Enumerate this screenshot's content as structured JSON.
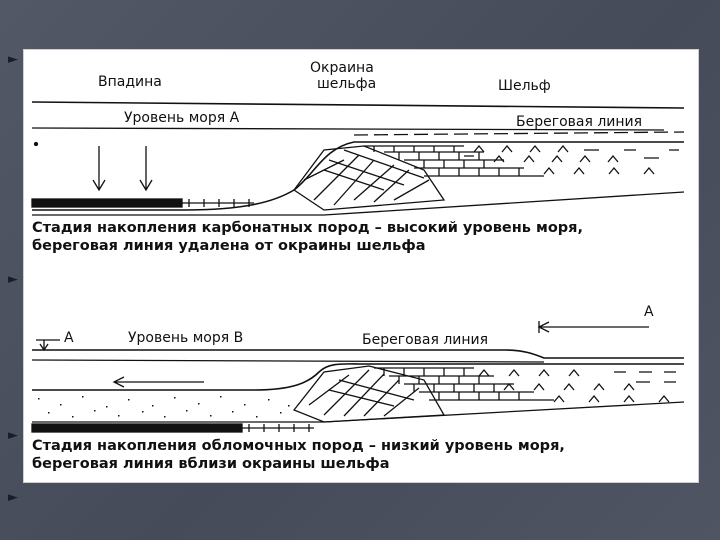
{
  "slide": {
    "bullets": [
      "►",
      "►",
      "►",
      "►"
    ]
  },
  "diagram_top": {
    "zone_basin": "Впадина",
    "zone_shelf_edge_1": "Окраина",
    "zone_shelf_edge_2": "шельфа",
    "zone_shelf": "Шельф",
    "sea_level": "Уровень моря А",
    "shoreline": "Береговая линия",
    "caption_1": "Стадия накопления карбонатных пород – высокий уровень моря,",
    "caption_2": "береговая линия удалена от окраины шельфа"
  },
  "diagram_bottom": {
    "marker_left": "А",
    "marker_right": "А",
    "sea_level": "Уровень моря В",
    "shoreline": "Береговая линия",
    "caption_1": "Стадия накопления обломочных пород – низкий уровень моря,",
    "caption_2": "береговая линия вблизи окраины шельфа"
  },
  "colors": {
    "background": "#4a5060",
    "panel": "#ffffff",
    "ink": "#111111"
  }
}
